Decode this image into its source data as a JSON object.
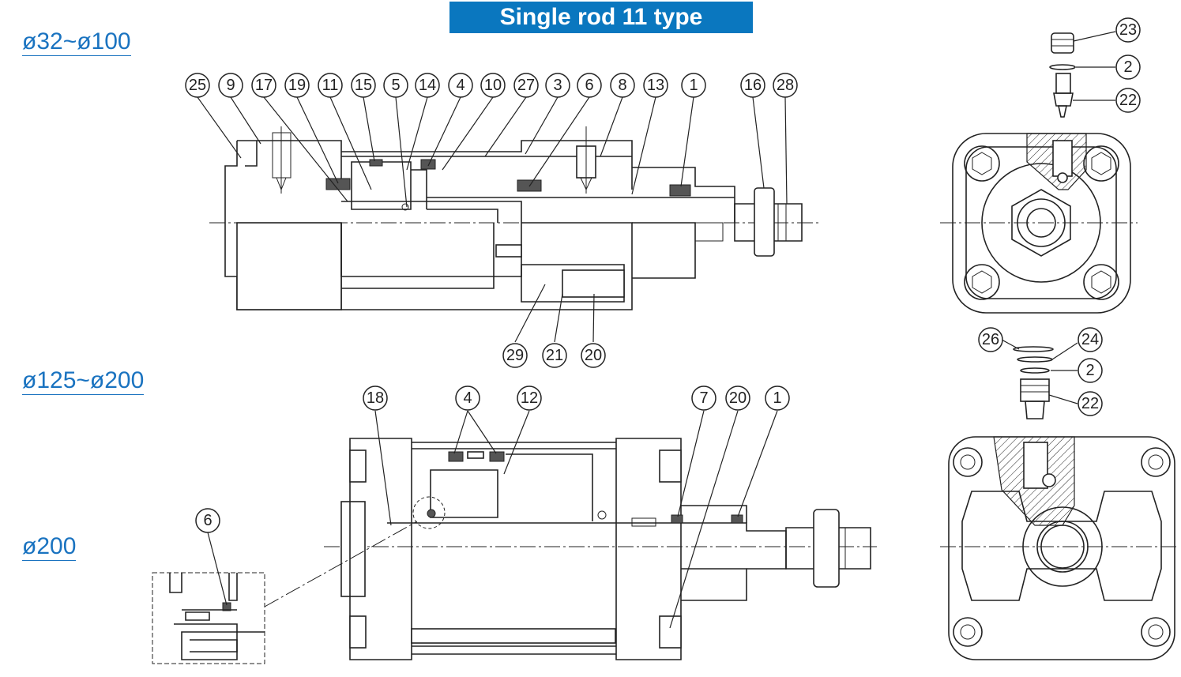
{
  "title": "Single rod 11 type",
  "size_labels": {
    "top": "ø32~ø100",
    "middle": "ø125~ø200",
    "bottom": "ø200"
  },
  "callouts_top": [
    "25",
    "9",
    "17",
    "19",
    "11",
    "15",
    "5",
    "14",
    "4",
    "10",
    "27",
    "3",
    "6",
    "8",
    "13",
    "1",
    "16",
    "28"
  ],
  "callouts_top_bottom": [
    "29",
    "21",
    "20"
  ],
  "callouts_middle": [
    "18",
    "4",
    "12",
    "7",
    "20",
    "1"
  ],
  "callouts_detail": [
    "6"
  ],
  "callouts_right_top": [
    "23",
    "2",
    "22"
  ],
  "callouts_right_bottom": [
    "26",
    "24",
    "2",
    "22"
  ],
  "colors": {
    "banner": "#0a77bf",
    "label": "#1a73c0",
    "line": "#222222"
  }
}
